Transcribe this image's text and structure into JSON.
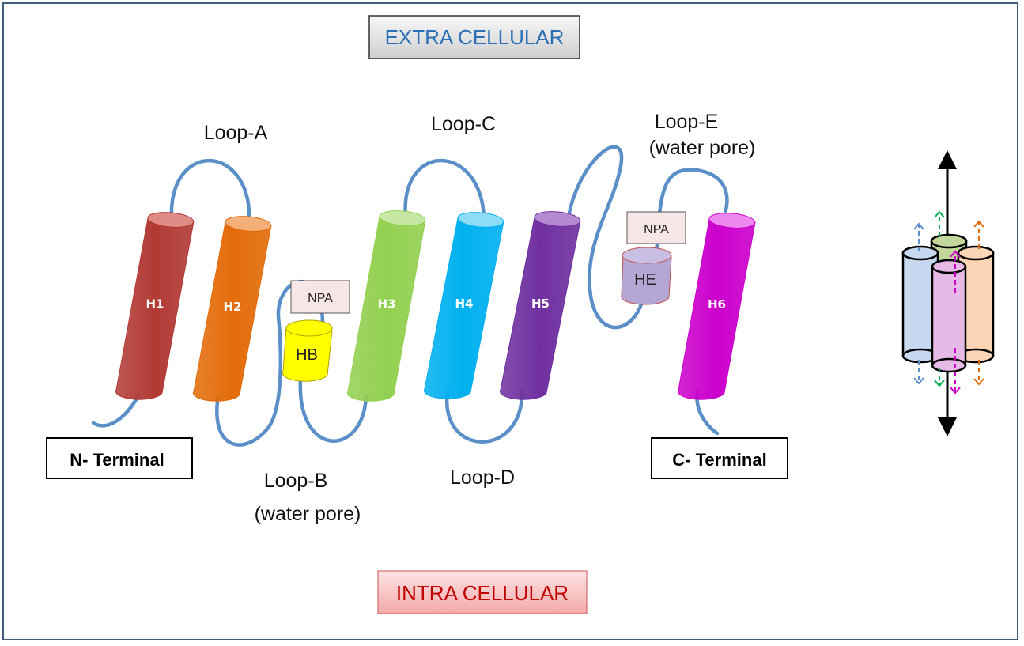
{
  "regions": {
    "extracellular": "EXTRA CELLULAR",
    "intracellular": "INTRA CELLULAR"
  },
  "helices": [
    {
      "label": "H1",
      "color": "#b23a35",
      "top_color": "#e08a86"
    },
    {
      "label": "H2",
      "color": "#e36c0a",
      "top_color": "#f5b07a"
    },
    {
      "label": "H3",
      "color": "#92d050",
      "top_color": "#c6e8a4"
    },
    {
      "label": "H4",
      "color": "#00b0f0",
      "top_color": "#8fdcf8"
    },
    {
      "label": "H5",
      "color": "#7030a0",
      "top_color": "#b48ad2"
    },
    {
      "label": "H6",
      "color": "#cc00cc",
      "top_color": "#ee88ee"
    }
  ],
  "half_helices": {
    "hb": {
      "label": "HB",
      "color": "#ffff00"
    },
    "he": {
      "label": "HE",
      "color": "#b4a7d6"
    }
  },
  "npa_label": "NPA",
  "loops": {
    "a": "Loop-A",
    "b_line1": "Loop-B",
    "b_line2": "(water pore)",
    "c": "Loop-C",
    "d": "Loop-D",
    "e_line1": "Loop-E",
    "e_line2": "(water pore)"
  },
  "terminals": {
    "n": "N- Terminal",
    "c": "C- Terminal"
  },
  "tetramer_colors": {
    "blue": "#c6d9f1",
    "green": "#c3d69b",
    "orange": "#fbd5b5",
    "pink": "#e6b9e6",
    "arrow_blue": "#5b8fc7",
    "arrow_green": "#00b050",
    "arrow_orange": "#e36c0a",
    "arrow_pink": "#cc00cc"
  }
}
